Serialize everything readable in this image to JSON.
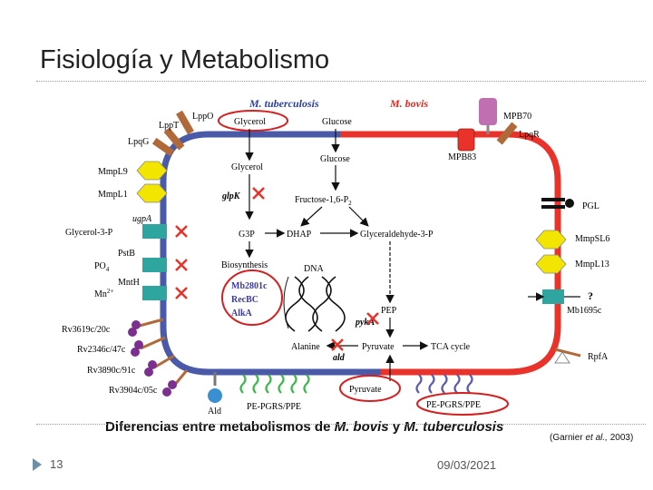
{
  "slide": {
    "title": "Fisiología y Metabolismo",
    "caption_pre": "Diferencias entre metabolismos de ",
    "caption_em1": "M. bovis",
    "caption_mid": " y ",
    "caption_em2": "M. tuberculosis",
    "citation_pre": "(Garnier ",
    "citation_em": "et al.,",
    "citation_post": " 2003)",
    "page_number": "13",
    "date": "09/03/2021"
  },
  "colors": {
    "tuberculosis": "#4a5aa8",
    "bovis": "#e8322a",
    "tuberculosis_label": "#2b3f9e",
    "bovis_label": "#e02a20",
    "red_gene_text": "#3a3aa0",
    "yellow_protein": "#f2e600",
    "teal_box": "#2fa5a0",
    "purple": "#7b2f8e",
    "green_wave": "#3cb84a",
    "blue_wave": "#5a5ab0",
    "pink_mpb70": "#c070b0",
    "blue_ald": "#3a8fd0"
  },
  "diagram": {
    "organism_left": "M. tuberculosis",
    "organism_right": "M. bovis",
    "left_labels": {
      "lppO": "LppO",
      "lppT": "LppT",
      "lpqG": "LpqG",
      "mmpL9": "MmpL9",
      "mmpL1": "MmpL1",
      "glycerol3p": "Glycerol-3-P",
      "ugpA": "ugpA",
      "pstB": "PstB",
      "po4": "PO",
      "po4_sub": "4",
      "mntH": "MntH",
      "mn": "Mn",
      "mn_sup": "2+",
      "rv3619c": "Rv3619c/20c",
      "rv2346c": "Rv2346c/47c",
      "rv3890c": "Rv3890c/91c",
      "rv3904c": "Rv3904c/05c",
      "ald": "Ald"
    },
    "right_labels": {
      "mpb70": "MPB70",
      "lpqR": "LpqR",
      "mpb83": "MPB83",
      "pgl": "PGL",
      "mmpsl6": "MmpSL6",
      "mmpl13": "MmpL13",
      "question": "?",
      "mb1695c": "Mb1695c",
      "rpfa": "RpfA"
    },
    "center_labels": {
      "glycerol_top": "Glycerol",
      "glucose_top": "Glucose",
      "glucose2": "Glucose",
      "glycerol2": "Glycerol",
      "glpk": "glpK",
      "fructose": "Fructose-1,6-P",
      "fructose_sub": "2",
      "g3p": "G3P",
      "dhap": "DHAP",
      "glyceraldehyde": "Glyceraldehyde-3-P",
      "biosynthesis": "Biosynthesis",
      "dna": "DNA",
      "mb2801c": "Mb2801c",
      "recbc": "RecBC",
      "alka": "AlkA",
      "pep": "PEP",
      "pyka": "pykA",
      "alanine": "Alanine",
      "ald_gene": "ald",
      "pyruvate": "Pyruvate",
      "tca": "TCA cycle",
      "pyruvate_bottom": "Pyruvate",
      "pe_left": "PE-PGRS/PPE",
      "pe_right": "PE-PGRS/PPE"
    }
  }
}
